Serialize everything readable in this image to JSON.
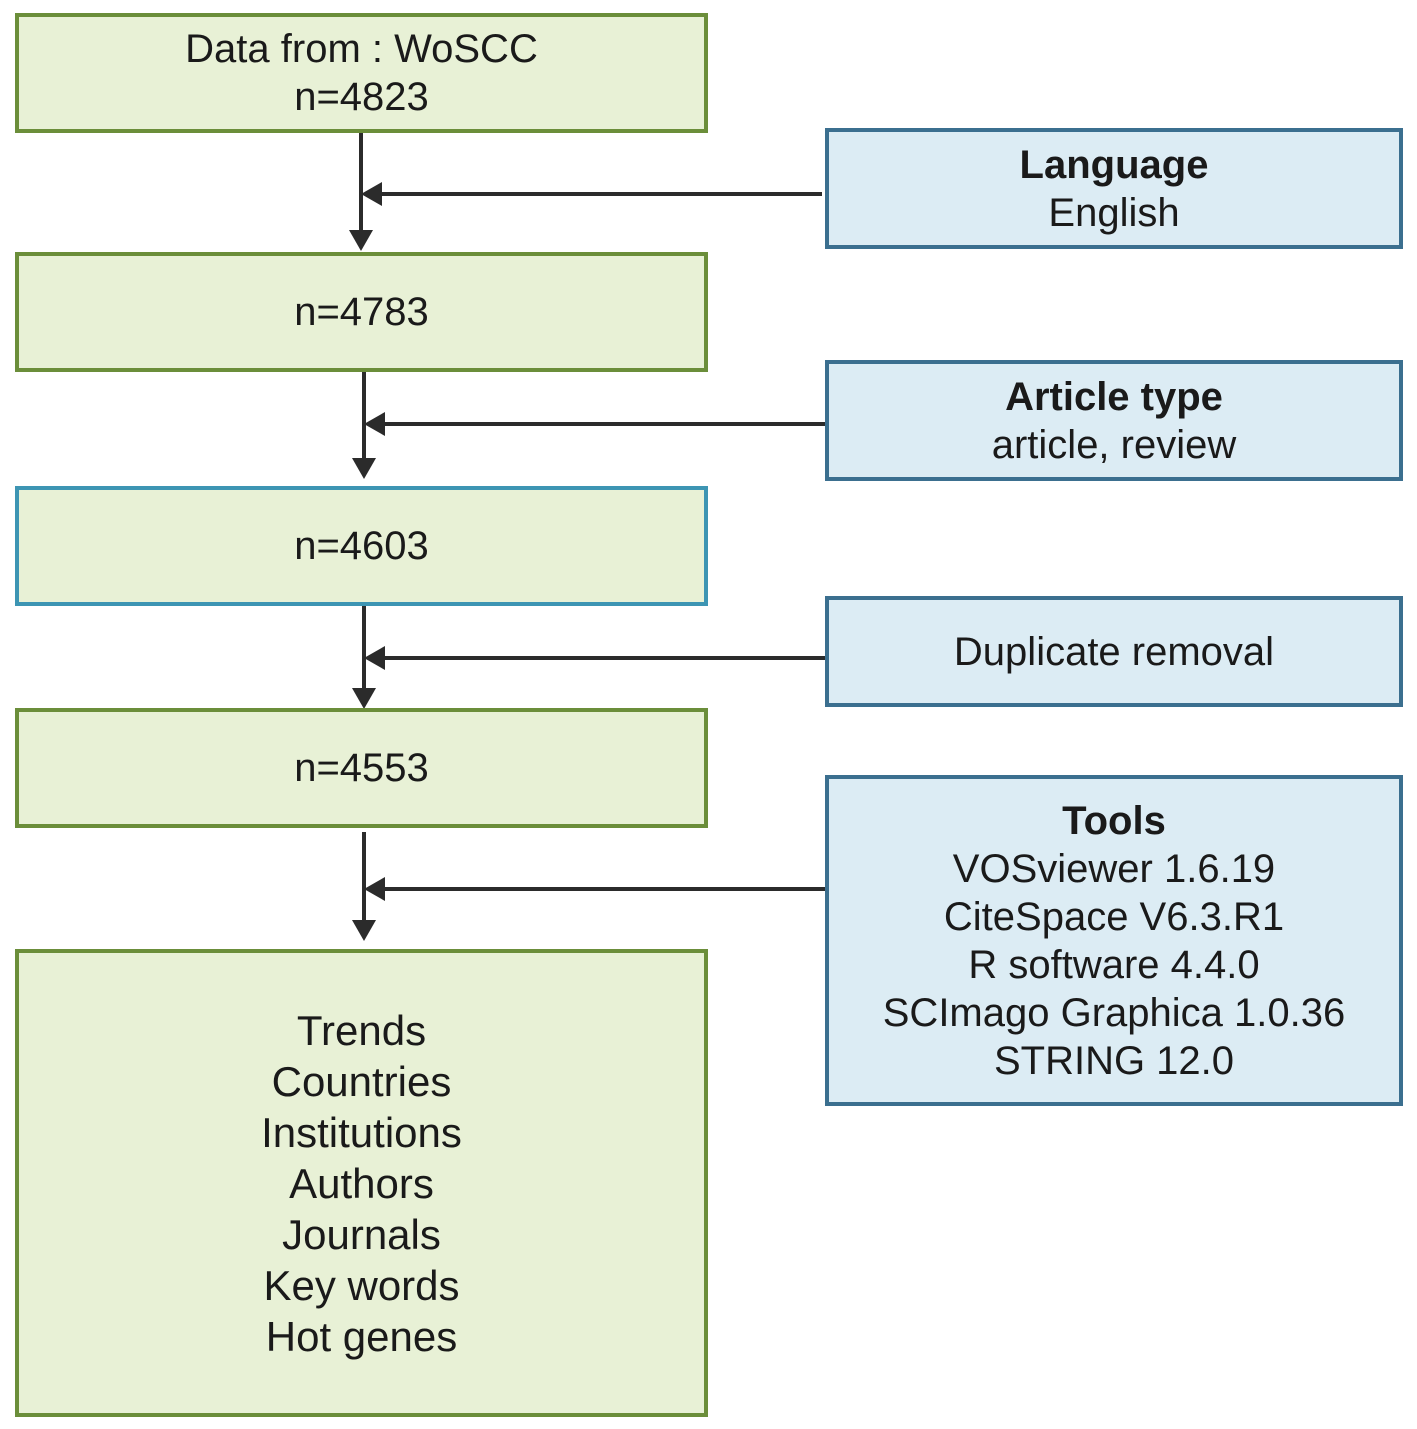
{
  "flow": {
    "source": {
      "line1": "Data from : WoSCC",
      "line2": "n=4823"
    },
    "step1": {
      "count": "n=4783"
    },
    "step2": {
      "count": "n=4603"
    },
    "step3": {
      "count": "n=4553"
    },
    "outcomes": [
      "Trends",
      "Countries",
      "Institutions",
      "Authors",
      "Journals",
      "Key words",
      "Hot genes"
    ]
  },
  "filters": {
    "language": {
      "title": "Language",
      "value": "English"
    },
    "article_type": {
      "title": "Article type",
      "value": "article, review"
    },
    "duplicate": {
      "label": "Duplicate removal"
    },
    "tools": {
      "title": "Tools",
      "items": [
        "VOSviewer 1.6.19",
        "CiteSpace V6.3.R1",
        "R software 4.4.0",
        "SCImago Graphica 1.0.36",
        "STRING 12.0"
      ]
    }
  },
  "colors": {
    "green_fill": "#e8f1d6",
    "green_border": "#6b8e3a",
    "blue_fill": "#dcecf4",
    "blue_border": "#3b6f8f",
    "arrow": "#2b2b2b"
  }
}
